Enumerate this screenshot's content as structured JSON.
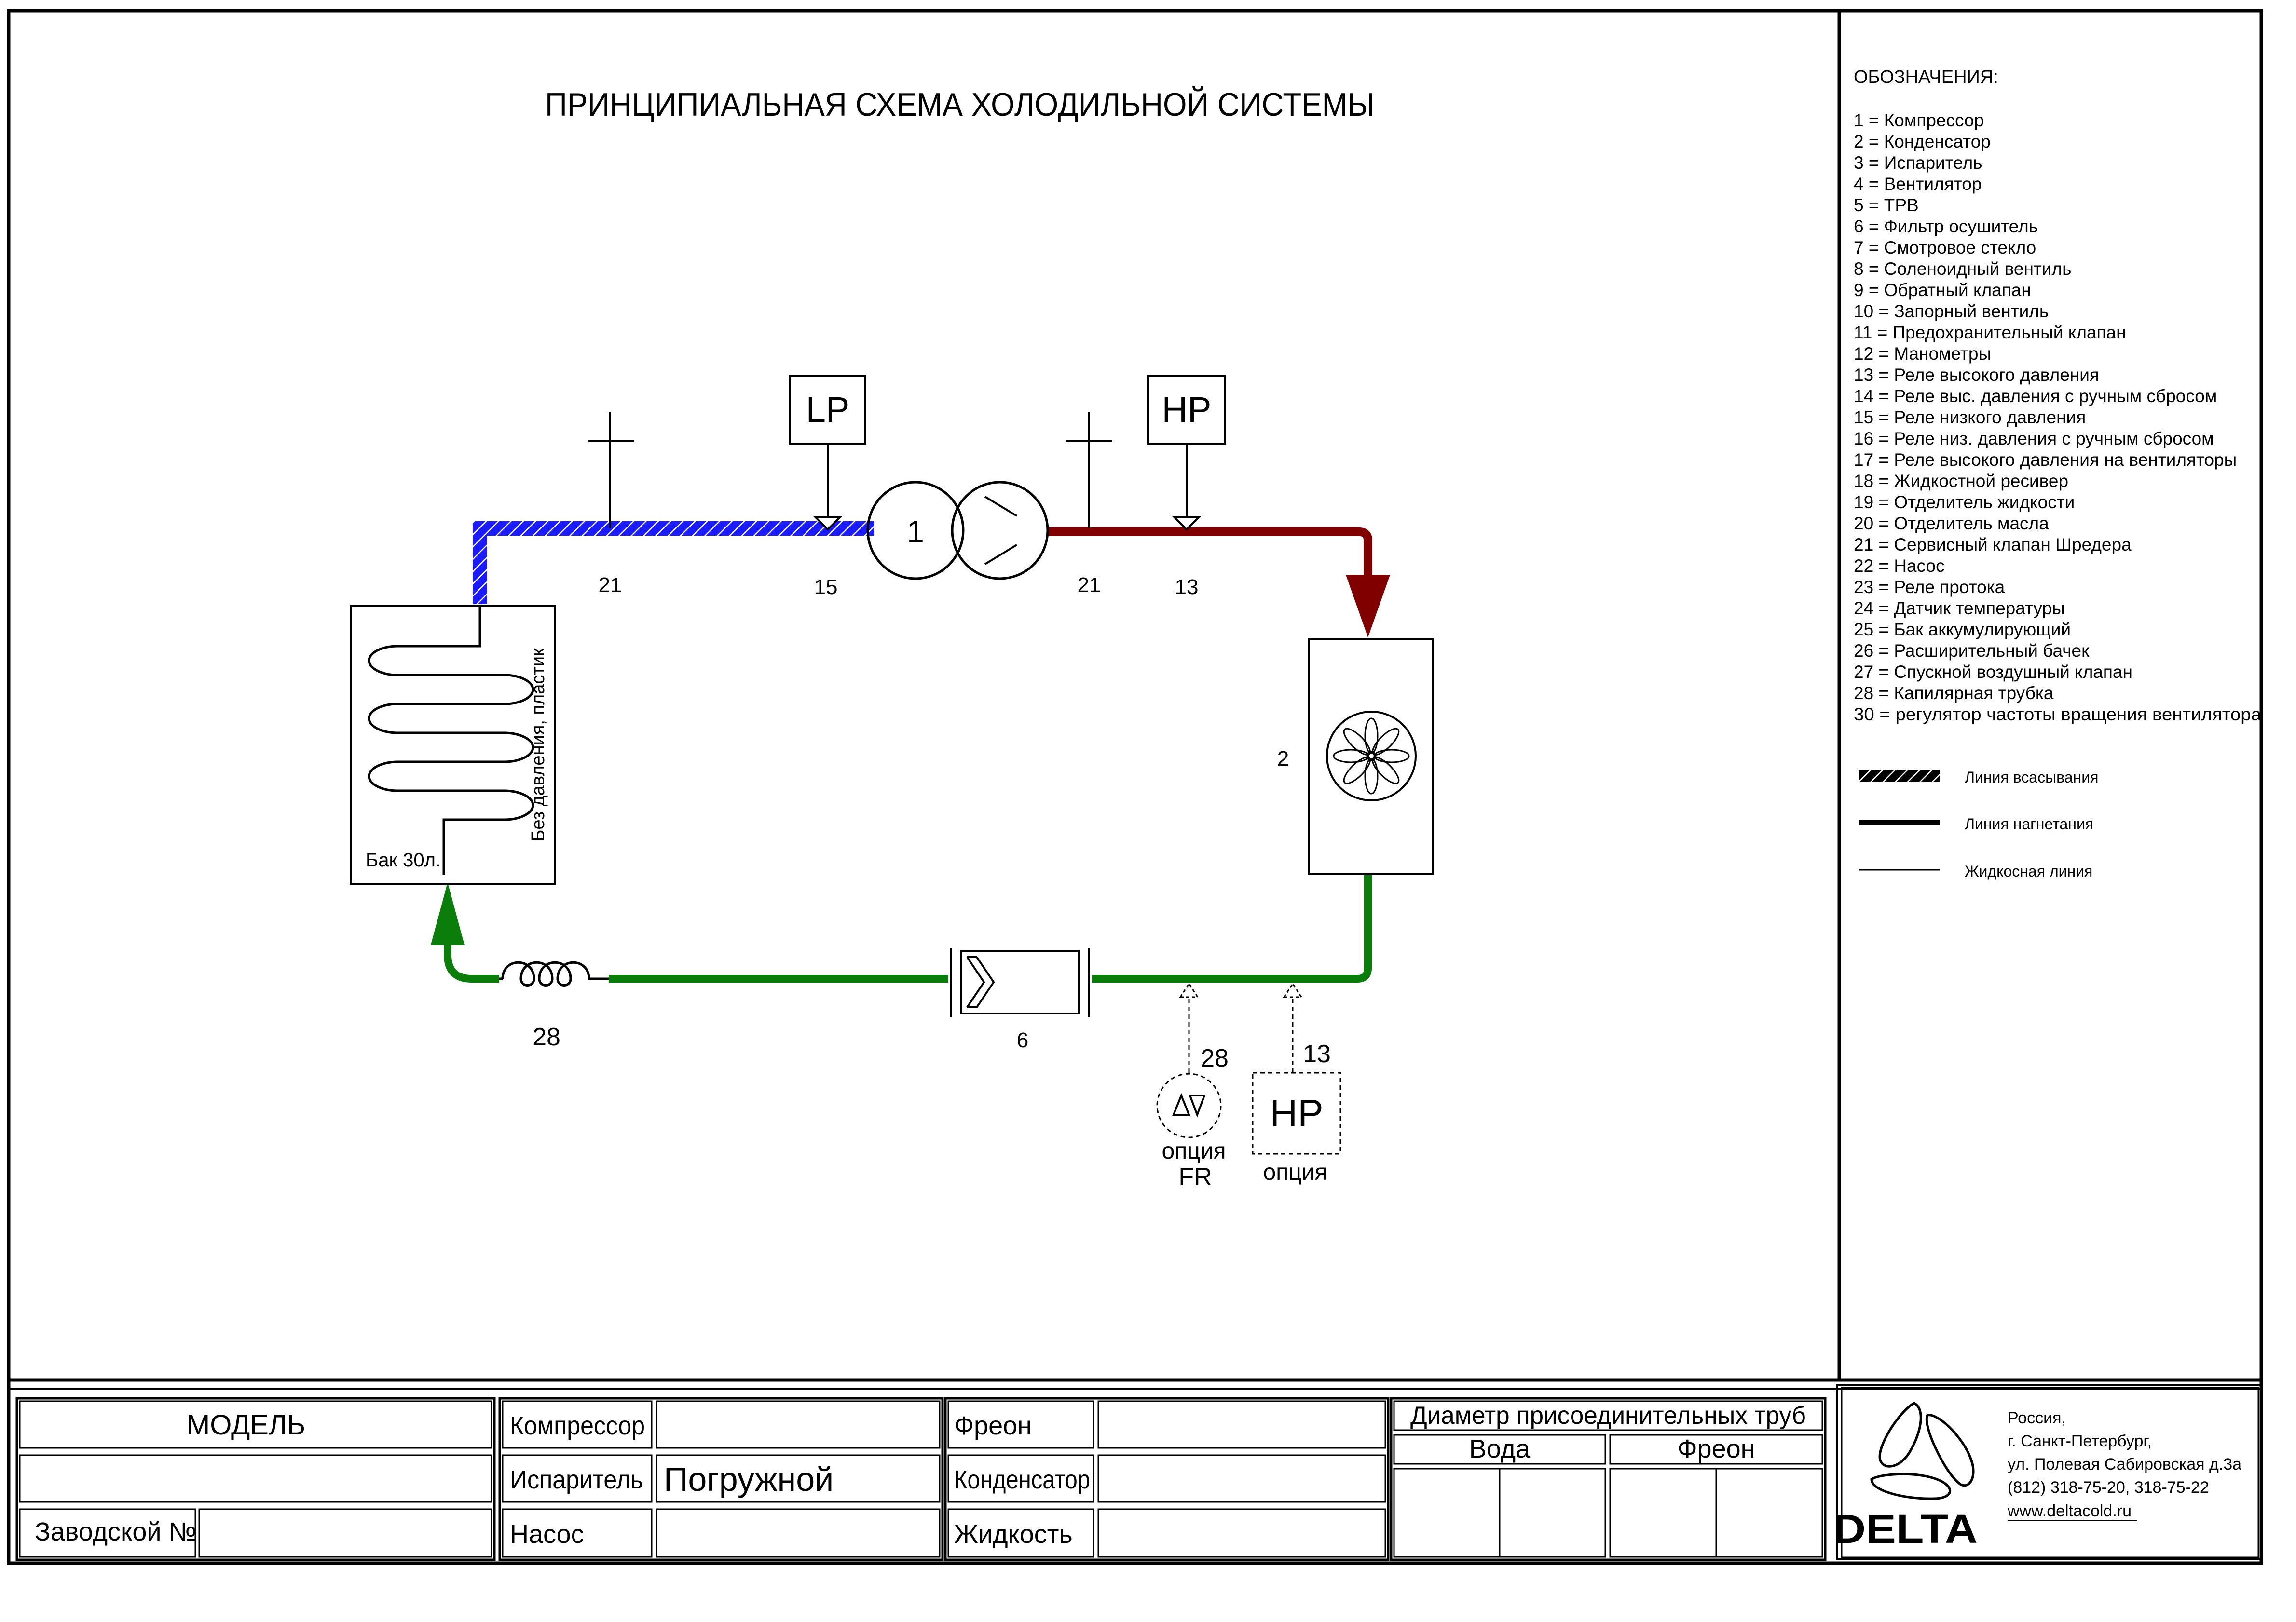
{
  "title": "ПРИНЦИПИАЛЬНАЯ СХЕМА ХОЛОДИЛЬНОЙ СИСТЕМЫ",
  "legend": {
    "heading": "ОБОЗНАЧЕНИЯ:",
    "items": [
      "1 = Компрессор",
      "2 = Конденсатор",
      "3 = Испаритель",
      "4 = Вентилятор",
      "5 = ТРВ",
      "6 = Фильтр осушитель",
      "7 = Смотровое стекло",
      "8 = Соленоидный вентиль",
      "9 = Обратный клапан",
      "10 = Запорный вентиль",
      "11 = Предохранительный клапан",
      "12 = Манометры",
      "13 = Реле высокого давления",
      "14 = Реле выс. давления с ручным сбросом",
      "15 = Реле низкого давления",
      "16 = Реле низ. давления с ручным сбросом",
      "17 = Реле высокого давления на вентиляторы",
      "18 = Жидкостной ресивер",
      "19 = Отделитель жидкости",
      "20 = Отделитель масла",
      "21 = Сервисный клапан Шредера",
      "22 = Насос",
      "23 = Реле протока",
      "24 = Датчик температуры",
      "25 = Бак аккумулирующий",
      "26 = Расширительный бачек",
      "27 = Спускной воздушный клапан",
      "28 = Капилярная трубка",
      "30 = регулятор частоты вращения вентилятора"
    ],
    "line_types": {
      "suction": "Линия всасывания",
      "discharge": "Линия нагнетания",
      "liquid": "Жидкосная линия"
    }
  },
  "diagram": {
    "compressor_label": "1",
    "condenser_label": "2",
    "filter_label": "6",
    "capillary_label": "28",
    "lp_switch": {
      "text": "LP",
      "ref": "15"
    },
    "hp_switch": {
      "text": "HP",
      "ref": "13"
    },
    "service_valve_left_ref": "21",
    "service_valve_right_ref": "21",
    "tank": {
      "label": "Бак 30л.",
      "note": "Без давления, пластик"
    },
    "option_fr": {
      "ref": "28",
      "label1": "опция",
      "label2": "FR"
    },
    "option_hp": {
      "ref": "13",
      "text": "HP",
      "label": "опция"
    },
    "colors": {
      "suction": "#1a1aff",
      "discharge": "#800000",
      "liquid": "#0b7d0b"
    }
  },
  "title_block": {
    "model_label": "МОДЕЛЬ",
    "model_value": "",
    "serial_label": "Заводской №",
    "serial_value": "",
    "compressor_label": "Компрессор",
    "compressor_value": "",
    "evaporator_label": "Испаритель",
    "evaporator_value": "Погружной",
    "pump_label": "Насос",
    "pump_value": "",
    "freon_label": "Фреон",
    "freon_value": "",
    "condenser_label": "Конденсатор",
    "condenser_value": "",
    "liquid_label": "Жидкость",
    "liquid_value": "",
    "pipes_header": "Диаметр присоединительных труб",
    "water_label": "Вода",
    "freon_pipe_label": "Фреон"
  },
  "company": {
    "logo_text": "DELTA",
    "country": "Россия,",
    "city": "г. Санкт-Петербург,",
    "address": "ул. Полевая Сабировская д.3а",
    "phones": "(812) 318-75-20, 318-75-22",
    "website": "www.deltacold.ru"
  }
}
